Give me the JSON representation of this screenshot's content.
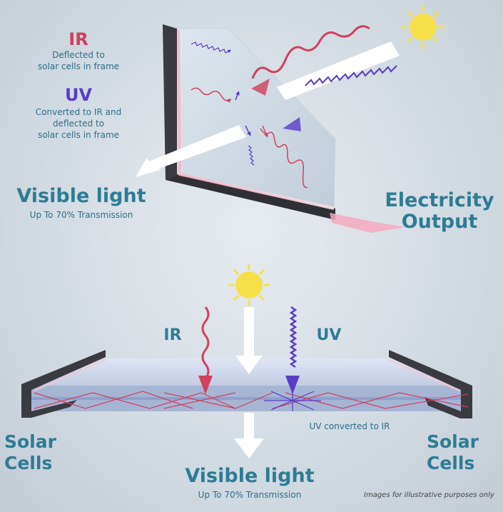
{
  "top": {
    "ir_title": "IR",
    "ir_desc_1": "Deflected to",
    "ir_desc_2": "solar cells in frame",
    "uv_title": "UV",
    "uv_desc_1": "Converted to IR and",
    "uv_desc_2": "deflected to",
    "uv_desc_3": "solar cells in frame",
    "visible_title": "Visible light",
    "visible_desc": "Up To 70% Transmission",
    "electricity_1": "Electricity",
    "electricity_2": "Output"
  },
  "bottom": {
    "ir_label": "IR",
    "uv_label": "UV",
    "uv_converted": "UV converted to IR",
    "solar_left_1": "Solar",
    "solar_left_2": "Cells",
    "solar_right_1": "Solar",
    "solar_right_2": "Cells",
    "visible_title": "Visible light",
    "visible_desc": "Up To 70% Transmission"
  },
  "note": "Images for illustrative purposes only",
  "colors": {
    "ir": "#d1405e",
    "uv": "#5a3bc8",
    "text_teal": "#2d7c96",
    "sun": "#f6e04a",
    "frame": "#3a3b40"
  }
}
